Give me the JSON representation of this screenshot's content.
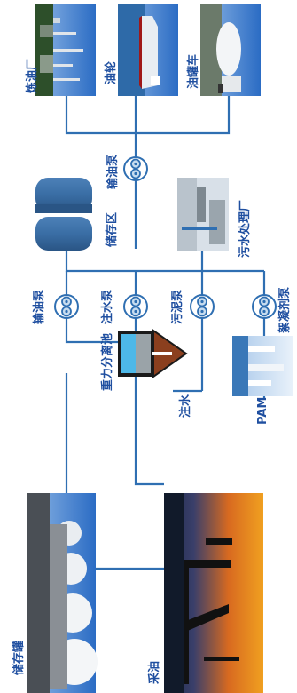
{
  "labels": {
    "refinery": "炼油厂",
    "tanker_ship": "油轮",
    "tank_truck": "油罐车",
    "oil_pump_top": "输油泵",
    "storage_area": "储存区",
    "wastewater_plant": "污水处理厂",
    "oil_pump": "输油泵",
    "water_injection_pump": "注水泵",
    "sludge_pump": "污泥泵",
    "flocculant_pump": "絮凝剂泵",
    "gravity_separation_tank": "重力分离池",
    "pam": "PAM",
    "water_injection": "注水",
    "storage_tanks": "储存罐",
    "oil_extraction": "采油"
  },
  "colors": {
    "pipe": "#2f6fb2",
    "label": "#1f4fa0",
    "tank_blue": "#3a6ea5",
    "water_layer": "#4db8e8",
    "oil_layer": "#9aa3a8",
    "sludge": "#8b3f1e"
  }
}
